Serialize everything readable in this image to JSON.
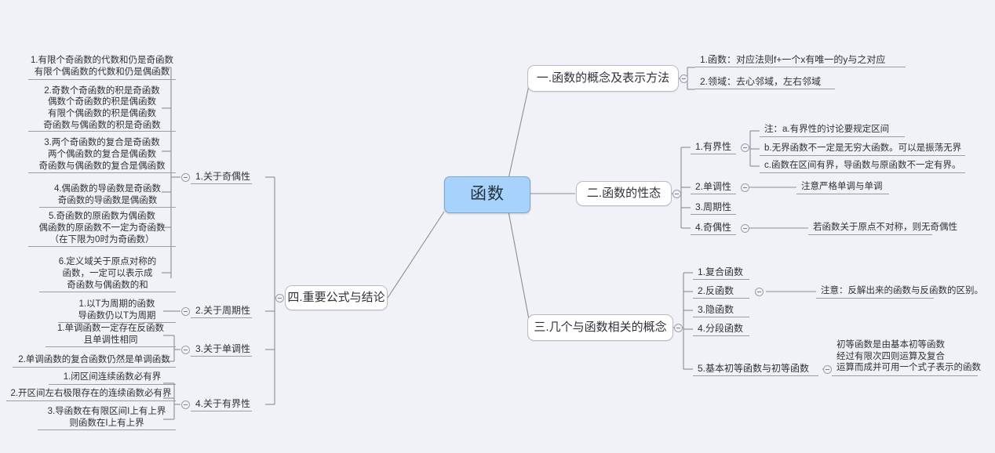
{
  "canvas": {
    "background": "#f1f2f7",
    "root_fill": "#a6d2fb",
    "root_border": "#7aa8cf",
    "line_color": "#8a8d96",
    "box_border": "#b9bcc6",
    "underline_color": "#9a9ca6"
  },
  "root": {
    "label": "函数"
  },
  "branches": {
    "b1": {
      "label": "一.函数的概念及表示方法"
    },
    "b2": {
      "label": "二.函数的性态"
    },
    "b3": {
      "label": "三.几个与函数相关的概念"
    },
    "b4": {
      "label": "四.重要公式与结论"
    }
  },
  "b1_children": [
    {
      "label": "1.函数：对应法则f+一个x有唯一的y与之对应"
    },
    {
      "label": "2.领域：去心邻域，左右邻域"
    }
  ],
  "b2_children": [
    {
      "label": "1.有界性"
    },
    {
      "label": "2.单调性"
    },
    {
      "label": "3.周期性"
    },
    {
      "label": "4.奇偶性"
    }
  ],
  "b2_notes": {
    "bounded_a": "注：a.有界性的讨论要规定区间",
    "bounded_b": "b.无界函数不一定是无穷大函数。可以是振荡无界",
    "bounded_c": "c.函数在区间有界，导函数与原函数不一定有界。",
    "monotone": "注意严格单调与单调",
    "parity": "若函数关于原点不对称，则无奇偶性"
  },
  "b3_children": [
    {
      "label": "1.复合函数"
    },
    {
      "label": "2.反函数"
    },
    {
      "label": "3.隐函数"
    },
    {
      "label": "4.分段函数"
    },
    {
      "label": "5.基本初等函数与初等函数"
    }
  ],
  "b3_notes": {
    "inverse": "注意：反解出来的函数与反函数的区别。",
    "elementary": "初等函数是由基本初等函数\n经过有限次四则运算及复合\n运算而成并可用一个式子表示的函数"
  },
  "b4_children": [
    {
      "label": "1.关于奇偶性"
    },
    {
      "label": "2.关于周期性"
    },
    {
      "label": "3.关于单调性"
    },
    {
      "label": "4.关于有界性"
    }
  ],
  "parity_items": [
    {
      "label": "1.有限个奇函数的代数和仍是奇函数\n有限个偶函数的代数和仍是偶函数"
    },
    {
      "label": "2.奇数个奇函数的积是奇函数\n偶数个奇函数的积是偶函数\n有限个偶函数的积是偶函数\n奇函数与偶函数的积是奇函数"
    },
    {
      "label": "3.两个奇函数的复合是奇函数\n两个偶函数的复合是偶函数\n奇函数与偶函数的复合是偶函数"
    },
    {
      "label": "4.偶函数的导函数是奇函数\n奇函数的导函数是偶函数"
    },
    {
      "label": "5.奇函数的原函数为偶函数\n偶函数的原函数不一定为奇函数\n（在下限为0时为奇函数）"
    },
    {
      "label": "6.定义域关于原点对称的\n函数，一定可以表示成\n奇函数与偶函数的和"
    }
  ],
  "period_items": [
    {
      "label": "1.以T为周期的函数\n导函数仍以T为周期"
    }
  ],
  "monotone_items": [
    {
      "label": "1.单调函数一定存在反函数\n且单调性相同"
    },
    {
      "label": "2.单调函数的复合函数仍然是单调函数"
    }
  ],
  "bounded_items": [
    {
      "label": "1.闭区间连续函数必有界"
    },
    {
      "label": "2.开区间左右极限存在的连续函数必有界"
    },
    {
      "label": "3.导函数在有限区间I上有上界\n则函数在I上有上界"
    }
  ]
}
